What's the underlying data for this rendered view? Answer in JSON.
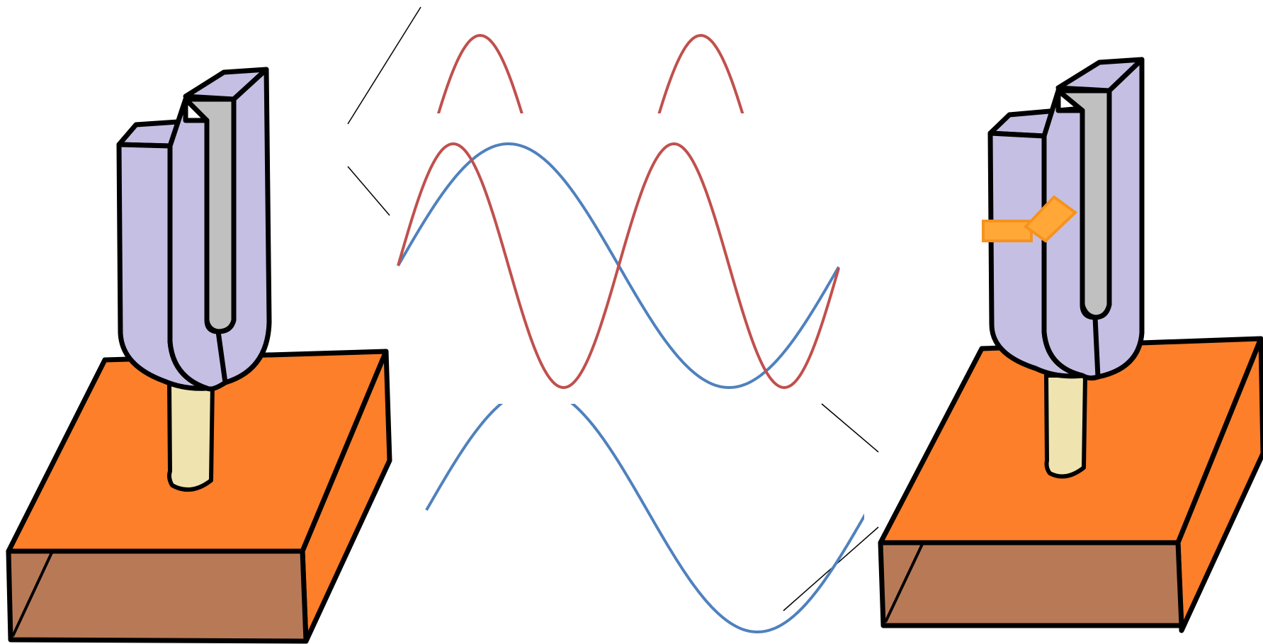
{
  "colors": {
    "background": "#ffffff",
    "outline": "#000000",
    "fork_body": "#c6bfe4",
    "fork_inner": "#c0c0c0",
    "stem": "#efe4b0",
    "box_top": "#fd7f2a",
    "box_front": "#b87a56",
    "damper_fill": "#ffa838",
    "damper_stroke": "#f6921e",
    "wave_high": "#c0504d",
    "wave_low": "#4f81bd",
    "guide_line": "#000000"
  },
  "diagram": {
    "left_fork": {
      "icon": "tuning-fork-on-resonator-box",
      "damper": false
    },
    "right_fork": {
      "icon": "tuning-fork-on-resonator-box",
      "damper": true
    },
    "waves": {
      "high_frequency": {
        "cycles_in_combined_view": 2,
        "color_key": "wave_high"
      },
      "low_frequency": {
        "cycles_in_combined_view": 1,
        "color_key": "wave_low"
      }
    }
  }
}
